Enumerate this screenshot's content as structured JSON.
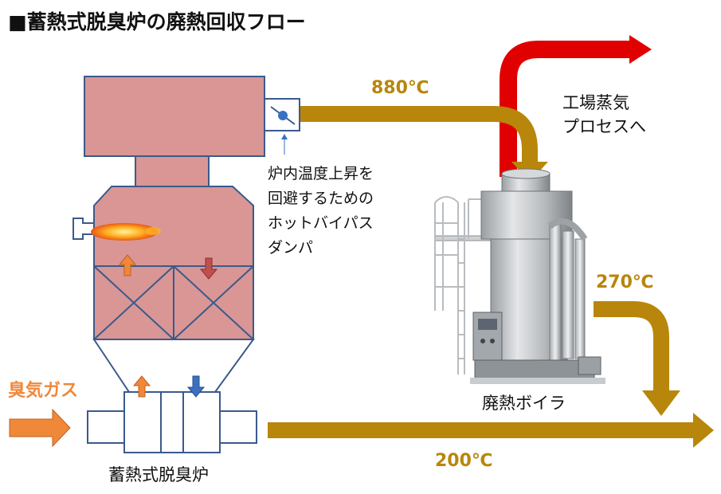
{
  "title": "■蓄熱式脱臭炉の廃熱回収フロー",
  "temps": {
    "t880": "880℃",
    "t270": "270℃",
    "t200": "200℃"
  },
  "steam_label": [
    "工場蒸気",
    "プロセスへ"
  ],
  "damper_label": [
    "炉内温度上昇を",
    "回避するための",
    "ホットバイパス",
    "ダンパ"
  ],
  "gas_label": "臭気ガス",
  "boiler_label": "廃熱ボイラ",
  "rto_label": "蓄熱式脱臭炉",
  "colors": {
    "hot_pipe": "#b8860b",
    "steam": "#e00000",
    "furnace_fill": "#d99694",
    "outline": "#3a5a8c",
    "gas": "#f0883a",
    "cold_arrow": "#3a70c0",
    "hot_arrow": "#c0504d"
  }
}
